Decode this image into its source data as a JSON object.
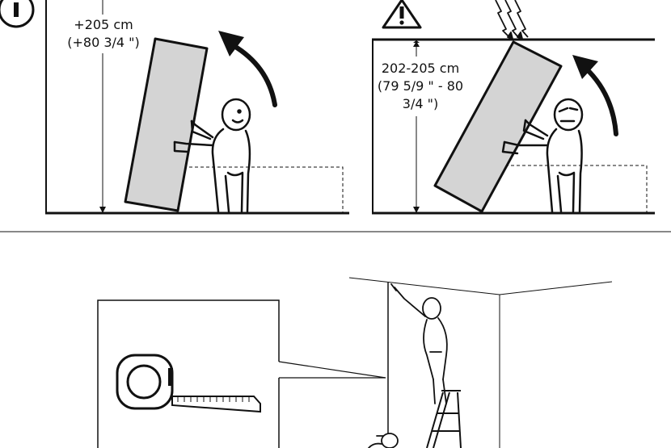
{
  "left_panel": {
    "height_line1": "+205 cm",
    "height_line2": "(+80 3/4 \")",
    "info_symbol": "i"
  },
  "right_panel": {
    "height_line1": "202-205 cm",
    "height_line2": "(79 5/9 \" - 80",
    "height_line3": "3/4 \")",
    "warning_symbol": "!"
  },
  "icons": [
    "info-icon",
    "warning-icon",
    "lightning-icon",
    "curved-arrow-icon",
    "tape-measure-icon",
    "stepladder-icon"
  ],
  "colors": {
    "line": "#111111",
    "panel_fill": "#d4d4d4",
    "background": "#ffffff"
  }
}
